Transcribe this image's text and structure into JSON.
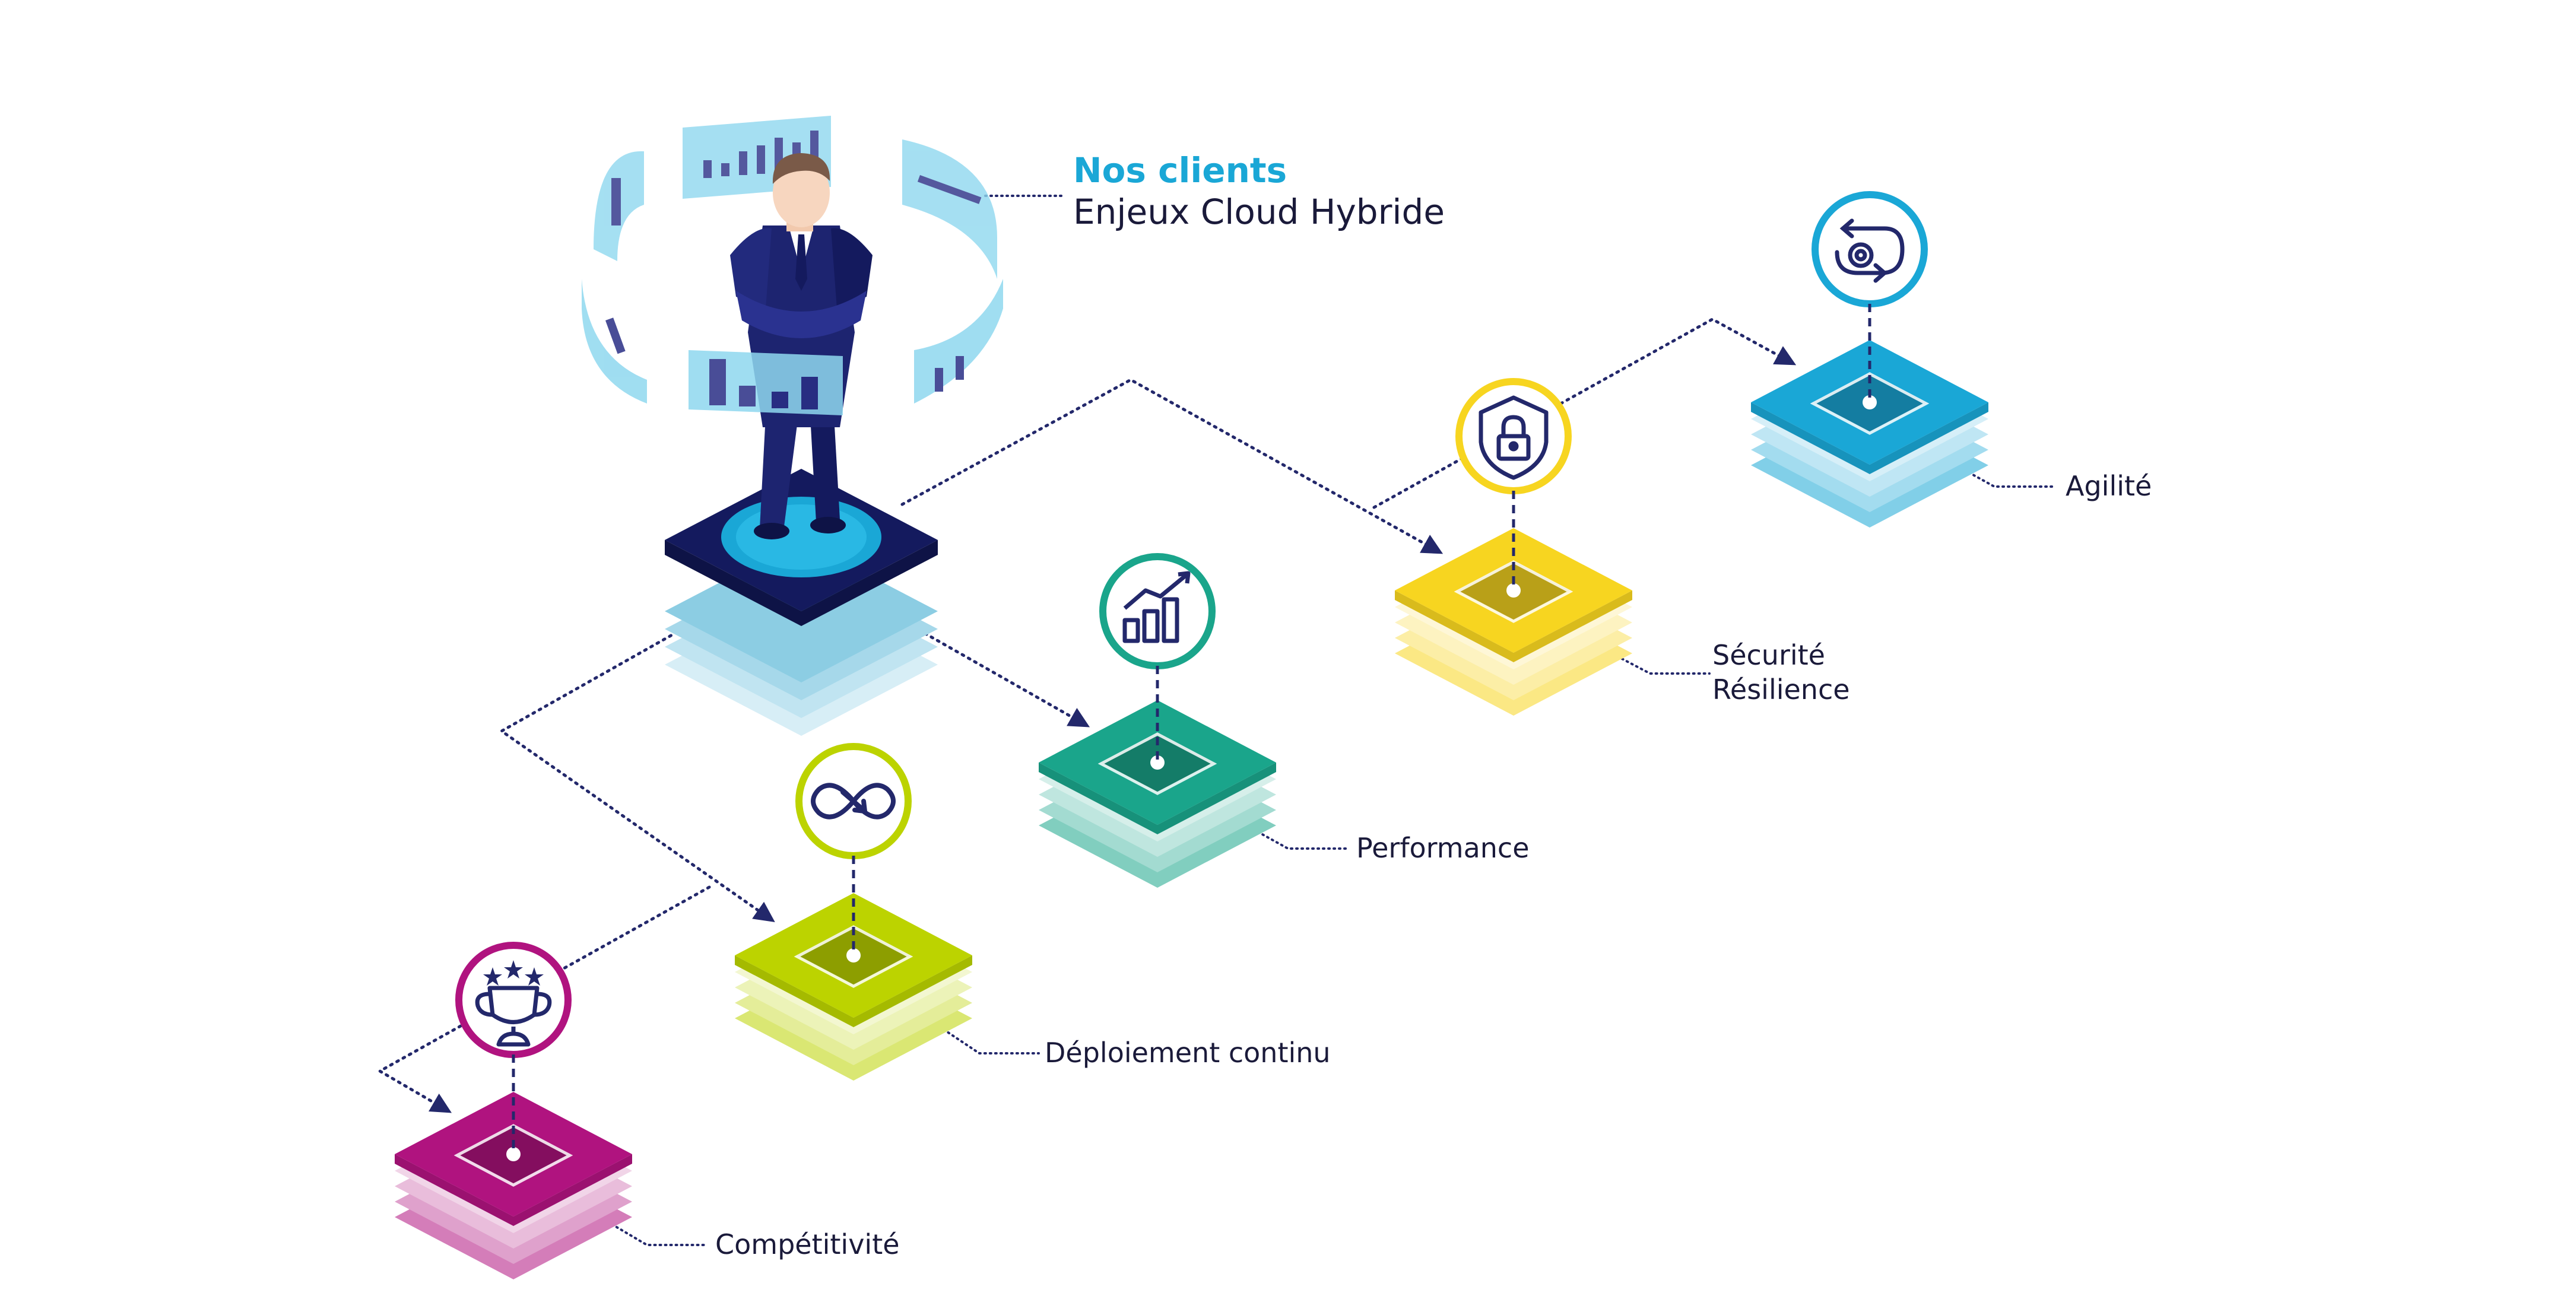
{
  "header": {
    "title": "Nos clients",
    "subtitle": "Enjeux Cloud Hybride"
  },
  "colors": {
    "navy": "#141a5e",
    "cyan": "#1aa7d6",
    "teal": "#1aa58b",
    "lime": "#bcd300",
    "yellow": "#f7d520",
    "magenta": "#b0137f",
    "connector": "#23286b"
  },
  "nodes": [
    {
      "id": "competitivite",
      "labels": [
        "Compétitivité"
      ],
      "color": "#b0137f",
      "icon": "trophy-icon"
    },
    {
      "id": "deploiement",
      "labels": [
        "Déploiement continu"
      ],
      "color": "#bcd300",
      "icon": "infinity-loop-icon"
    },
    {
      "id": "performance",
      "labels": [
        "Performance"
      ],
      "color": "#1aa58b",
      "icon": "bar-chart-growth-icon"
    },
    {
      "id": "securite",
      "labels": [
        "Sécurité",
        "Résilience"
      ],
      "color": "#f7d520",
      "icon": "shield-lock-icon"
    },
    {
      "id": "agilite",
      "labels": [
        "Agilité"
      ],
      "color": "#1aa7d6",
      "icon": "gear-cycle-icon"
    }
  ]
}
